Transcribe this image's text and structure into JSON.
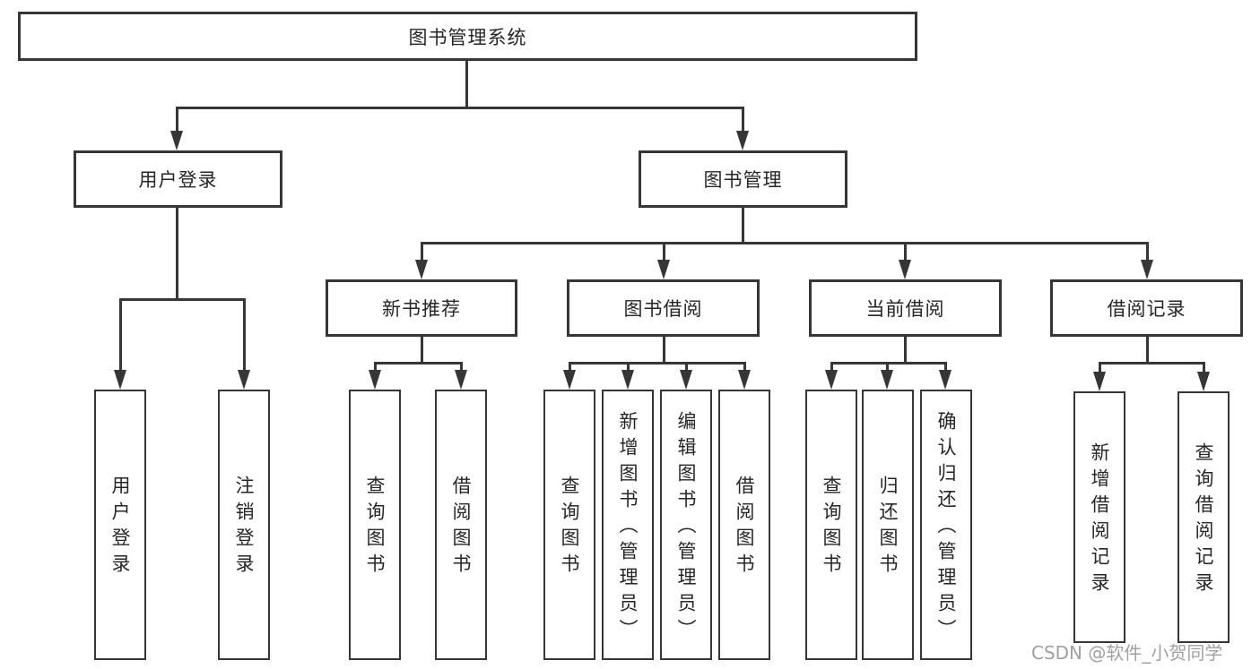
{
  "diagram": {
    "title": "图书管理系统",
    "root": {
      "label": "图书管理系统"
    },
    "branches": [
      {
        "label": "用户登录",
        "children": [
          {
            "label": "用户登录"
          },
          {
            "label": "注销登录"
          }
        ]
      },
      {
        "label": "图书管理",
        "children": [
          {
            "label": "新书推荐",
            "children": [
              {
                "label": "查询图书"
              },
              {
                "label": "借阅图书"
              }
            ]
          },
          {
            "label": "图书借阅",
            "children": [
              {
                "label": "查询图书"
              },
              {
                "label": "新增图书（管理员）"
              },
              {
                "label": "编辑图书（管理员）"
              },
              {
                "label": "借阅图书"
              }
            ]
          },
          {
            "label": "当前借阅",
            "children": [
              {
                "label": "查询图书"
              },
              {
                "label": "归还图书"
              },
              {
                "label": "确认归还（管理员）"
              }
            ]
          },
          {
            "label": "借阅记录",
            "children": [
              {
                "label": "新增借阅记录"
              },
              {
                "label": "查询借阅记录"
              }
            ]
          }
        ]
      }
    ]
  },
  "watermark": {
    "text": "CSDN @软件_小贺同学"
  },
  "colors": {
    "line": "#363636",
    "text": "#262626",
    "watermark": "#a0a0a0",
    "background": "#ffffff"
  }
}
